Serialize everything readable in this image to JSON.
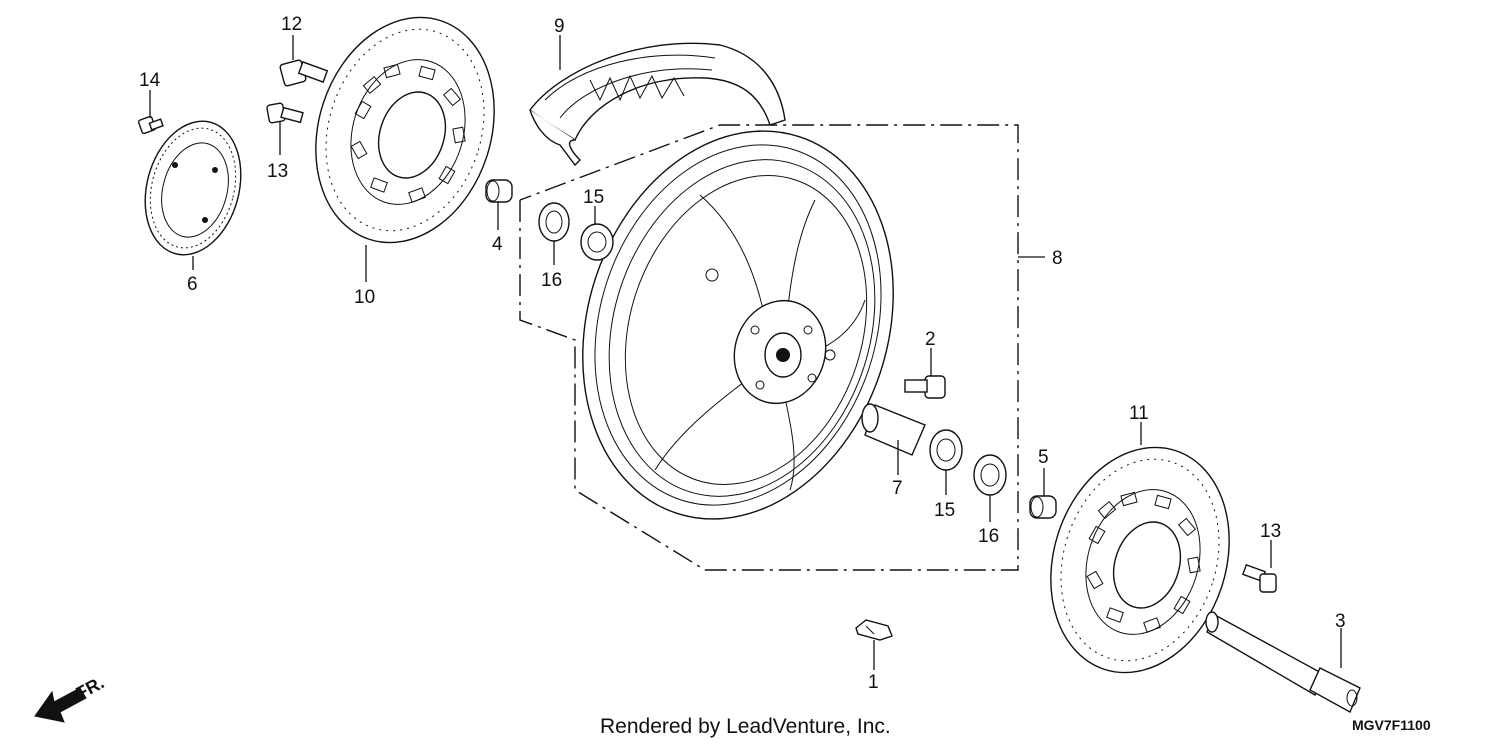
{
  "callouts": {
    "c1": "1",
    "c2": "2",
    "c3": "3",
    "c4": "4",
    "c5": "5",
    "c6": "6",
    "c7": "7",
    "c8": "8",
    "c9": "9",
    "c10": "10",
    "c11": "11",
    "c12": "12",
    "c13a": "13",
    "c13b": "13",
    "c14": "14",
    "c15a": "15",
    "c15b": "15",
    "c16a": "16",
    "c16b": "16"
  },
  "direction": {
    "label": "FR."
  },
  "footer": {
    "credit": "Rendered by LeadVenture, Inc.",
    "diagram_code": "MGV7F1100"
  }
}
